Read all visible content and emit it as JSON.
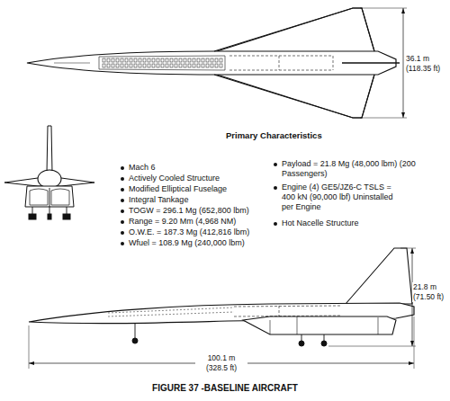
{
  "diagram": {
    "caption": "FIGURE 37 -BASELINE AIRCRAFT",
    "labels": [
      "36.1 m (118.35 ft)",
      "Primary Characteristics",
      "Mach 6",
      "Actively Cooled Structure",
      "Modified Elliptical Fuselage",
      "Integral Tankage",
      "TOGW = 296.1 Mg (652,800 lbm)",
      "Range = 9.20 Mm (4,968 NM)",
      "O.W.E. = 187.3 Mg (412,816 lbm)",
      "Wfuel = 108.9 Mg (240,000 lbm)",
      "Payload = 21.8 Mg (48,000 lbm) (200 Passengers)",
      "Engine (4) GE5/JZ6-C TSLS = 400 kN (90,000 lbf) Uninstalled per Engine",
      "Hot Nacelle Structure",
      "21.8 m (71.50 ft)",
      "100.1 m (328.5 ft)"
    ]
  }
}
